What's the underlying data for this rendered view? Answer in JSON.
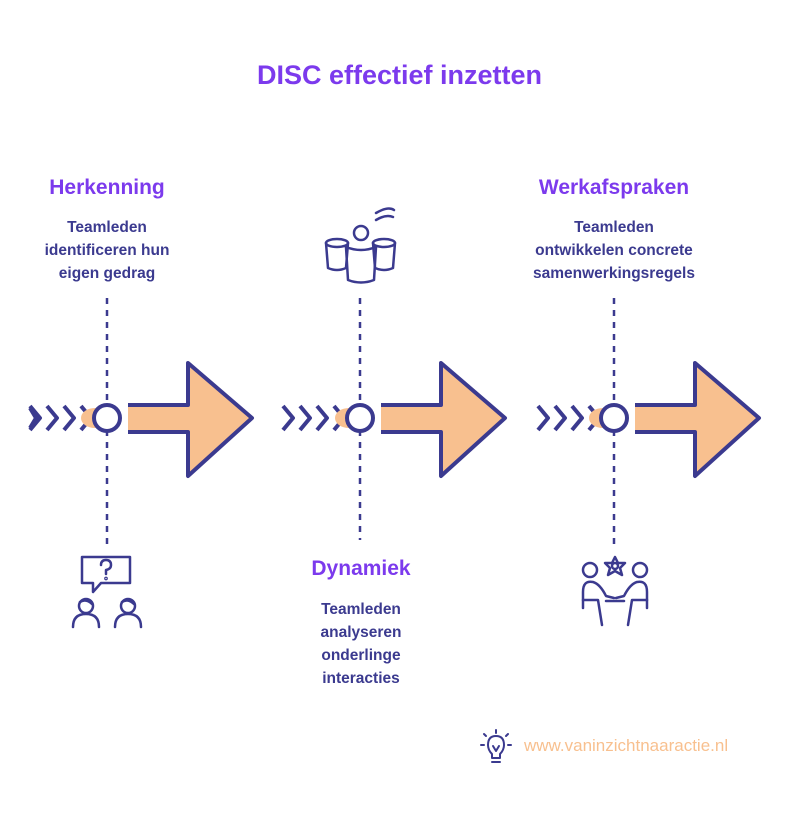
{
  "title": "DISC effectief inzetten",
  "steps": [
    {
      "heading": "Herkenning",
      "description": "Teamleden\nidentificeren hun\neigen gedrag",
      "icon": "people-question-icon"
    },
    {
      "heading": "Dynamiek",
      "description": "Teamleden\nanalyseren\nonderlinge\ninteracties",
      "icon": "team-dynamics-icon"
    },
    {
      "heading": "Werkafspraken",
      "description": "Teamleden\nontwikkelen concrete\nsamenwerkingsregels",
      "icon": "collaboration-agreement-icon"
    }
  ],
  "footer": {
    "url": "www.vaninzichtnaaractie.nl",
    "icon": "lightbulb-icon"
  },
  "colors": {
    "accent": "#7c3aed",
    "dark": "#3b3a8f",
    "arrow_fill": "#f8c08f"
  }
}
